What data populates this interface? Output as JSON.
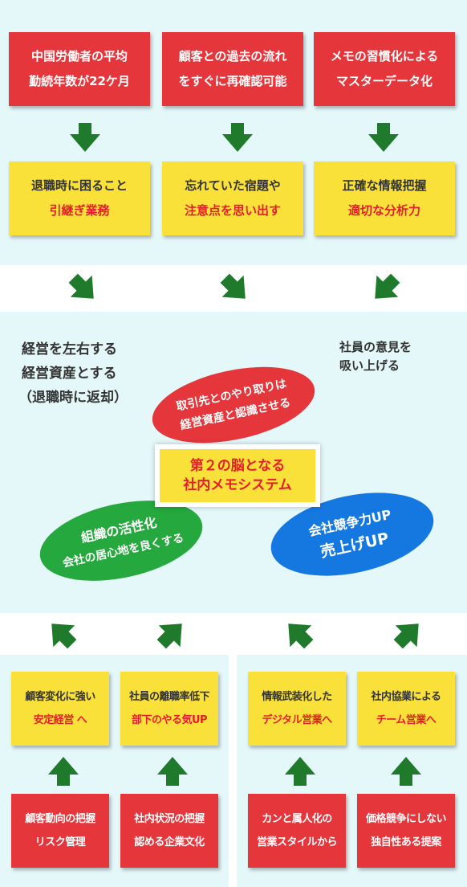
{
  "colors": {
    "red_box": "#e5363c",
    "yellow_box": "#f9e13a",
    "highlight_text": "#e51f2a",
    "arrow_green": "#1f7a2c",
    "panel_bg": "#e4f7f9",
    "ellipse_red": "#e5363c",
    "ellipse_green": "#25a83d",
    "ellipse_blue": "#1478e0"
  },
  "top_row": [
    {
      "line1": "中国労働者の平均",
      "line2": "勤続年数が22ケ月"
    },
    {
      "line1": "顧客との過去の流れ",
      "line2": "をすぐに再確認可能"
    },
    {
      "line1": "メモの習慣化による",
      "line2": "マスターデータ化"
    }
  ],
  "second_row": [
    {
      "line1": "退職時に困ること",
      "line2": "引継ぎ業務"
    },
    {
      "line1": "忘れていた宿題や",
      "line2": "注意点を思い出す"
    },
    {
      "line1": "正確な情報把握",
      "line2": "適切な分析力"
    }
  ],
  "middle": {
    "left_text": {
      "line1": "経営を左右する",
      "line2": "経営資産とする",
      "line3": "（退職時に返却）"
    },
    "right_text": {
      "line1": "社員の意見を",
      "line2": "吸い上げる"
    },
    "ellipse_red": {
      "line1": "取引先とのやり取りは",
      "line2": "経営資産と認識させる"
    },
    "ellipse_green": {
      "line1": "組織の活性化",
      "line2": "会社の居心地を良くする"
    },
    "ellipse_blue": {
      "line1": "会社競争力UP",
      "line2": "売上げUP"
    },
    "center": {
      "line1": "第２の脳となる",
      "line2": "社内メモシステム"
    }
  },
  "bottom_yellow": [
    {
      "line1": "顧客変化に強い",
      "line2": "安定経営 へ"
    },
    {
      "line1": "社員の離職率低下",
      "line2": "部下のやる気UP"
    },
    {
      "line1": "情報武装化した",
      "line2": "デジタル営業へ"
    },
    {
      "line1": "社内協業による",
      "line2": "チーム営業へ"
    }
  ],
  "bottom_red": [
    {
      "line1": "顧客動向の把握",
      "line2": "リスク管理"
    },
    {
      "line1": "社内状況の把握",
      "line2": "認める企業文化"
    },
    {
      "line1": "カンと属人化の",
      "line2": "営業スタイルから"
    },
    {
      "line1": "価格競争にしない",
      "line2": "独自性ある提案"
    }
  ]
}
